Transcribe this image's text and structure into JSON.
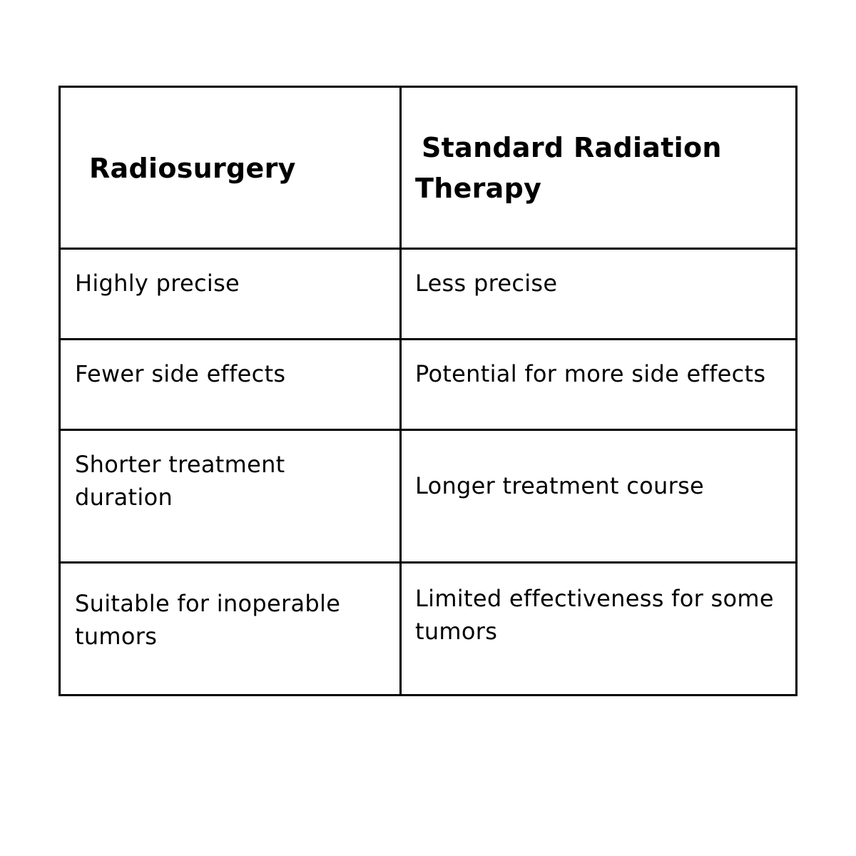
{
  "table": {
    "headers": [
      "Radiosurgery",
      "Standard Radiation Therapy"
    ],
    "header_lines": {
      "left": [
        "Radiosurgery"
      ],
      "right": [
        "Standard Radiation",
        "Therapy"
      ]
    },
    "rows": [
      {
        "left": [
          "Highly precise"
        ],
        "right": [
          "Less precise"
        ]
      },
      {
        "left": [
          "Fewer side effects"
        ],
        "right": [
          "Potential for more side effects"
        ]
      },
      {
        "left": [
          "Shorter treatment",
          "duration"
        ],
        "right": [
          "Longer treatment course"
        ]
      },
      {
        "left": [
          "Suitable for inoperable",
          "tumors"
        ],
        "right": [
          "Limited effectiveness for some",
          "tumors"
        ]
      }
    ],
    "border_color": "#000000",
    "background": "#ffffff"
  }
}
